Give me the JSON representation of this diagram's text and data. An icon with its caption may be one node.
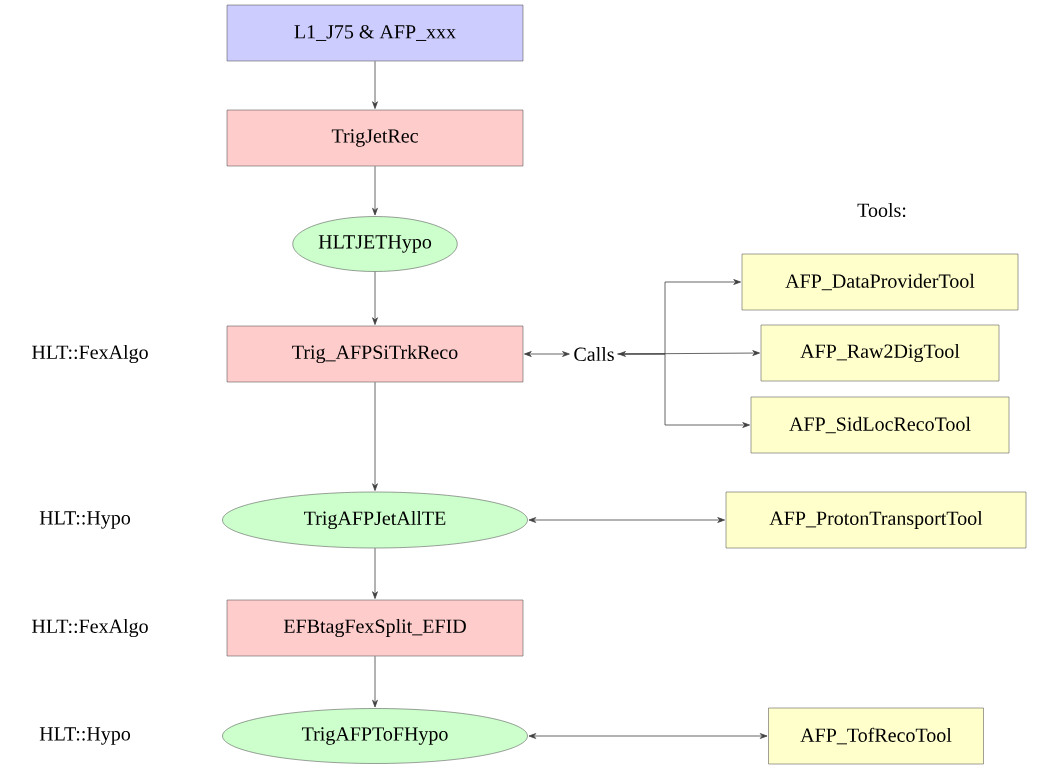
{
  "diagram": {
    "nodes": [
      {
        "text": [
          "L1_J75 & AFP_xxx"
        ]
      },
      {
        "text": [
          "TrigJetRec"
        ]
      },
      {
        "text": [
          "HLTJETHypo"
        ]
      },
      {
        "text": [
          "Trig_AFPSiTrkReco"
        ]
      },
      {
        "text": [
          "Calls"
        ]
      },
      {
        "text": [
          "AFP_DataProviderTool"
        ]
      },
      {
        "text": [
          "AFP_Raw2DigTool"
        ]
      },
      {
        "text": [
          "AFP_SidLocRecoTool"
        ]
      },
      {
        "text": [
          "TrigAFPJetAllTE"
        ]
      },
      {
        "text": [
          "AFP_ProtonTransportTool"
        ]
      },
      {
        "text": [
          "EFBtagFexSplit_EFID"
        ]
      },
      {
        "text": [
          "TrigAFPToFHypo"
        ]
      },
      {
        "text": [
          "AFP_TofRecoTool"
        ]
      }
    ],
    "edges": [
      {
        "from": 0,
        "to": 1,
        "arrow": "to"
      },
      {
        "from": 1,
        "to": 2,
        "arrow": "to"
      },
      {
        "from": 2,
        "to": 3,
        "arrow": "to"
      },
      {
        "from": 3,
        "to": 4,
        "arrow": "both"
      },
      {
        "from": 4,
        "to": 5,
        "arrow": "to"
      },
      {
        "from": 4,
        "to": 6,
        "arrow": "both"
      },
      {
        "from": 4,
        "to": 7,
        "arrow": "to"
      },
      {
        "from": 3,
        "to": 8,
        "arrow": "to"
      },
      {
        "from": 8,
        "to": 9,
        "arrow": "both"
      },
      {
        "from": 8,
        "to": 10,
        "arrow": "to"
      },
      {
        "from": 10,
        "to": 11,
        "arrow": "to"
      },
      {
        "from": 11,
        "to": 12,
        "arrow": "both"
      }
    ],
    "labels": [
      "Tools:",
      "HLT::FexAlgo",
      "HLT::Hypo",
      "HLT::FexAlgo",
      "HLT::Hypo"
    ]
  }
}
